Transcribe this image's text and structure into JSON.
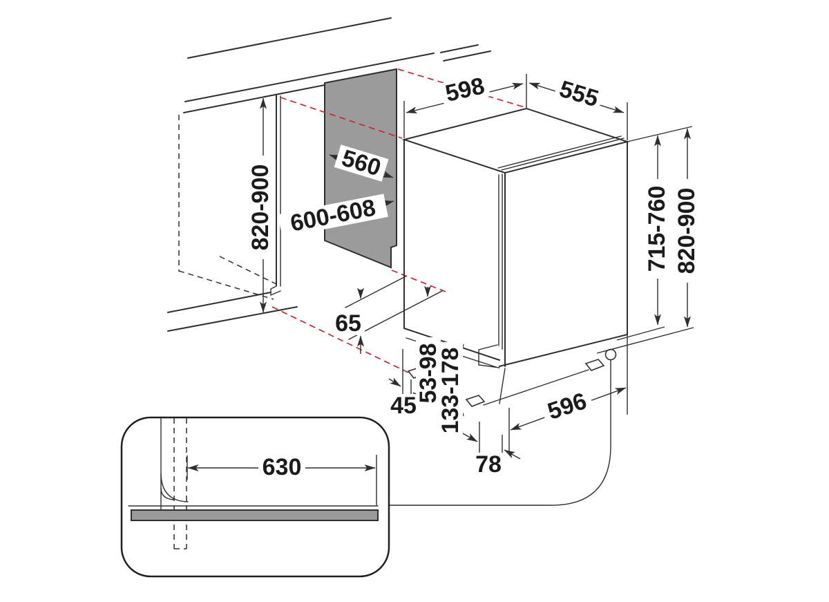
{
  "diagram": {
    "type": "appliance-installation-drawing",
    "subject": "built-in dishwasher niche and appliance dimensions (mm)",
    "labels": {
      "appliance_width": "598",
      "appliance_depth": "555",
      "cutout_depth": "560",
      "cutout_width": "600-608",
      "cutout_height": "820-900",
      "appliance_height_adjust": "715-760",
      "overall_height": "820-900",
      "base_rear_clearance": "65",
      "foot_inset": "45",
      "plinth_height_min": "53-98",
      "plinth_height_max": "133-178",
      "base_depth": "596",
      "front_foot_offset": "78",
      "drain_hose_height": "630"
    },
    "colors": {
      "line": "#2e2e2e",
      "projection_red": "#c92630",
      "panel_gray": "#9b9b9b",
      "background": "#ffffff"
    }
  }
}
